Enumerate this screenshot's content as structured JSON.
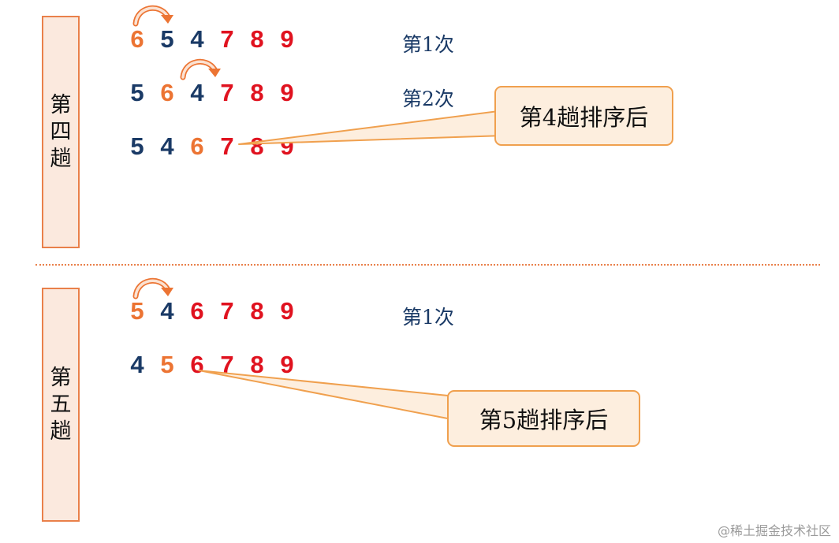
{
  "passes": [
    {
      "label": [
        "第",
        "四",
        "趟"
      ],
      "rows": [
        {
          "digits": [
            "6",
            "5",
            "4",
            "7",
            "8",
            "9"
          ],
          "colors": [
            "orange",
            "navy",
            "navy",
            "red",
            "red",
            "red"
          ],
          "step": "第1次",
          "swap_arrow": 0
        },
        {
          "digits": [
            "5",
            "6",
            "4",
            "7",
            "8",
            "9"
          ],
          "colors": [
            "navy",
            "orange",
            "navy",
            "red",
            "red",
            "red"
          ],
          "step": "第2次",
          "swap_arrow": 1
        },
        {
          "digits": [
            "5",
            "4",
            "6",
            "7",
            "8",
            "9"
          ],
          "colors": [
            "navy",
            "navy",
            "orange",
            "red",
            "red",
            "red"
          ],
          "step": "",
          "swap_arrow": null
        }
      ],
      "callout": "第4趟排序后"
    },
    {
      "label": [
        "第",
        "五",
        "趟"
      ],
      "rows": [
        {
          "digits": [
            "5",
            "4",
            "6",
            "7",
            "8",
            "9"
          ],
          "colors": [
            "orange",
            "navy",
            "red",
            "red",
            "red",
            "red"
          ],
          "step": "第1次",
          "swap_arrow": 0
        },
        {
          "digits": [
            "4",
            "5",
            "6",
            "7",
            "8",
            "9"
          ],
          "colors": [
            "navy",
            "orange",
            "red",
            "red",
            "red",
            "red"
          ],
          "step": "",
          "swap_arrow": null
        }
      ],
      "callout": "第5趟排序后"
    }
  ],
  "watermark": "@稀土掘金技术社区",
  "colors": {
    "navy": "#1a3a66",
    "orange": "#ec7433",
    "red": "#e0121f",
    "box_border": "#e9804a",
    "box_fill": "#fbe9de",
    "callout_border": "#f0a04e",
    "callout_fill": "#fdeede"
  }
}
